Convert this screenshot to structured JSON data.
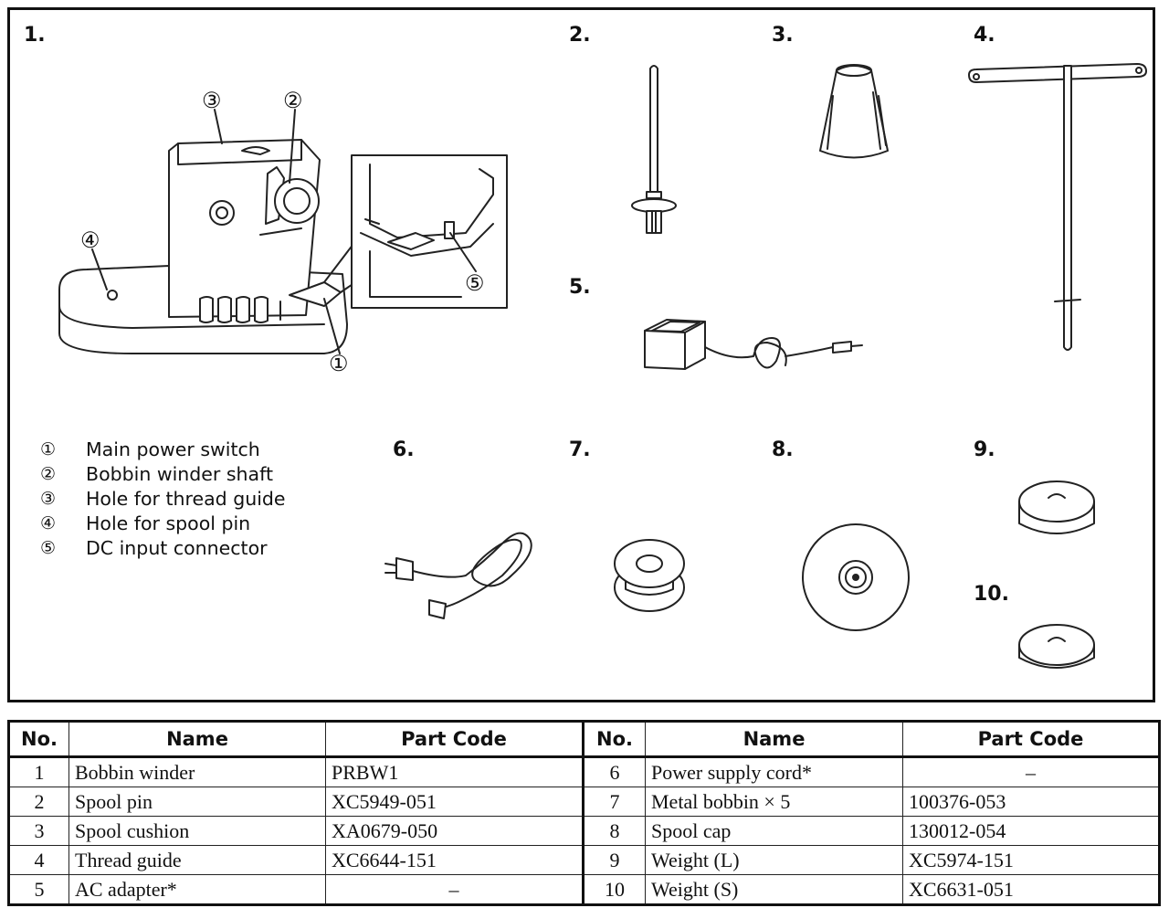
{
  "panel": {
    "item_numbers": [
      "1.",
      "2.",
      "3.",
      "4.",
      "5.",
      "6.",
      "7.",
      "8.",
      "9.",
      "10."
    ],
    "callouts": [
      "①",
      "②",
      "③",
      "④",
      "⑤"
    ],
    "legend": [
      {
        "mark": "①",
        "label": "Main power switch"
      },
      {
        "mark": "②",
        "label": "Bobbin winder shaft"
      },
      {
        "mark": "③",
        "label": "Hole for thread guide"
      },
      {
        "mark": "④",
        "label": "Hole for spool pin"
      },
      {
        "mark": "⑤",
        "label": "DC input connector"
      }
    ]
  },
  "table": {
    "headers": [
      "No.",
      "Name",
      "Part Code",
      "No.",
      "Name",
      "Part Code"
    ],
    "rows": [
      [
        "1",
        "Bobbin winder",
        "PRBW1",
        "6",
        "Power supply cord*",
        "–"
      ],
      [
        "2",
        "Spool pin",
        "XC5949-051",
        "7",
        "Metal bobbin × 5",
        "100376-053"
      ],
      [
        "3",
        "Spool cushion",
        "XA0679-050",
        "8",
        "Spool cap",
        "130012-054"
      ],
      [
        "4",
        "Thread guide",
        "XC6644-151",
        "9",
        "Weight (L)",
        "XC5974-151"
      ],
      [
        "5",
        "AC adapter*",
        "–",
        "10",
        "Weight (S)",
        "XC6631-051"
      ]
    ]
  }
}
